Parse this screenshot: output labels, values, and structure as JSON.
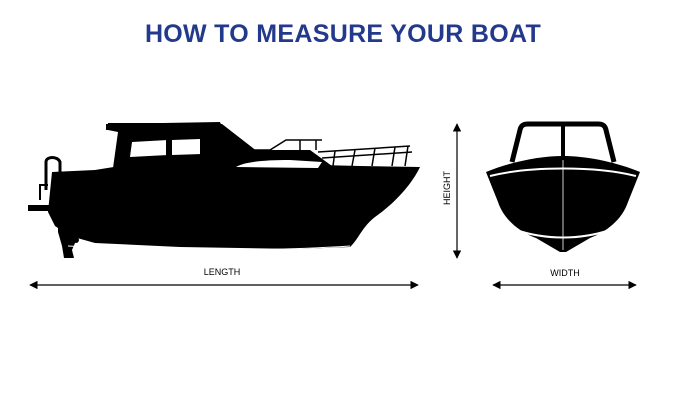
{
  "title": "HOW TO MEASURE YOUR BOAT",
  "labels": {
    "length": "LENGTH",
    "height": "HEIGHT",
    "width": "WIDTH"
  },
  "colors": {
    "title": "#233a8c",
    "silhouette": "#000000",
    "background": "#ffffff",
    "dimension_line": "#000000"
  },
  "icons": {
    "side_view": "boat-side-silhouette-icon",
    "front_view": "boat-front-silhouette-icon"
  }
}
